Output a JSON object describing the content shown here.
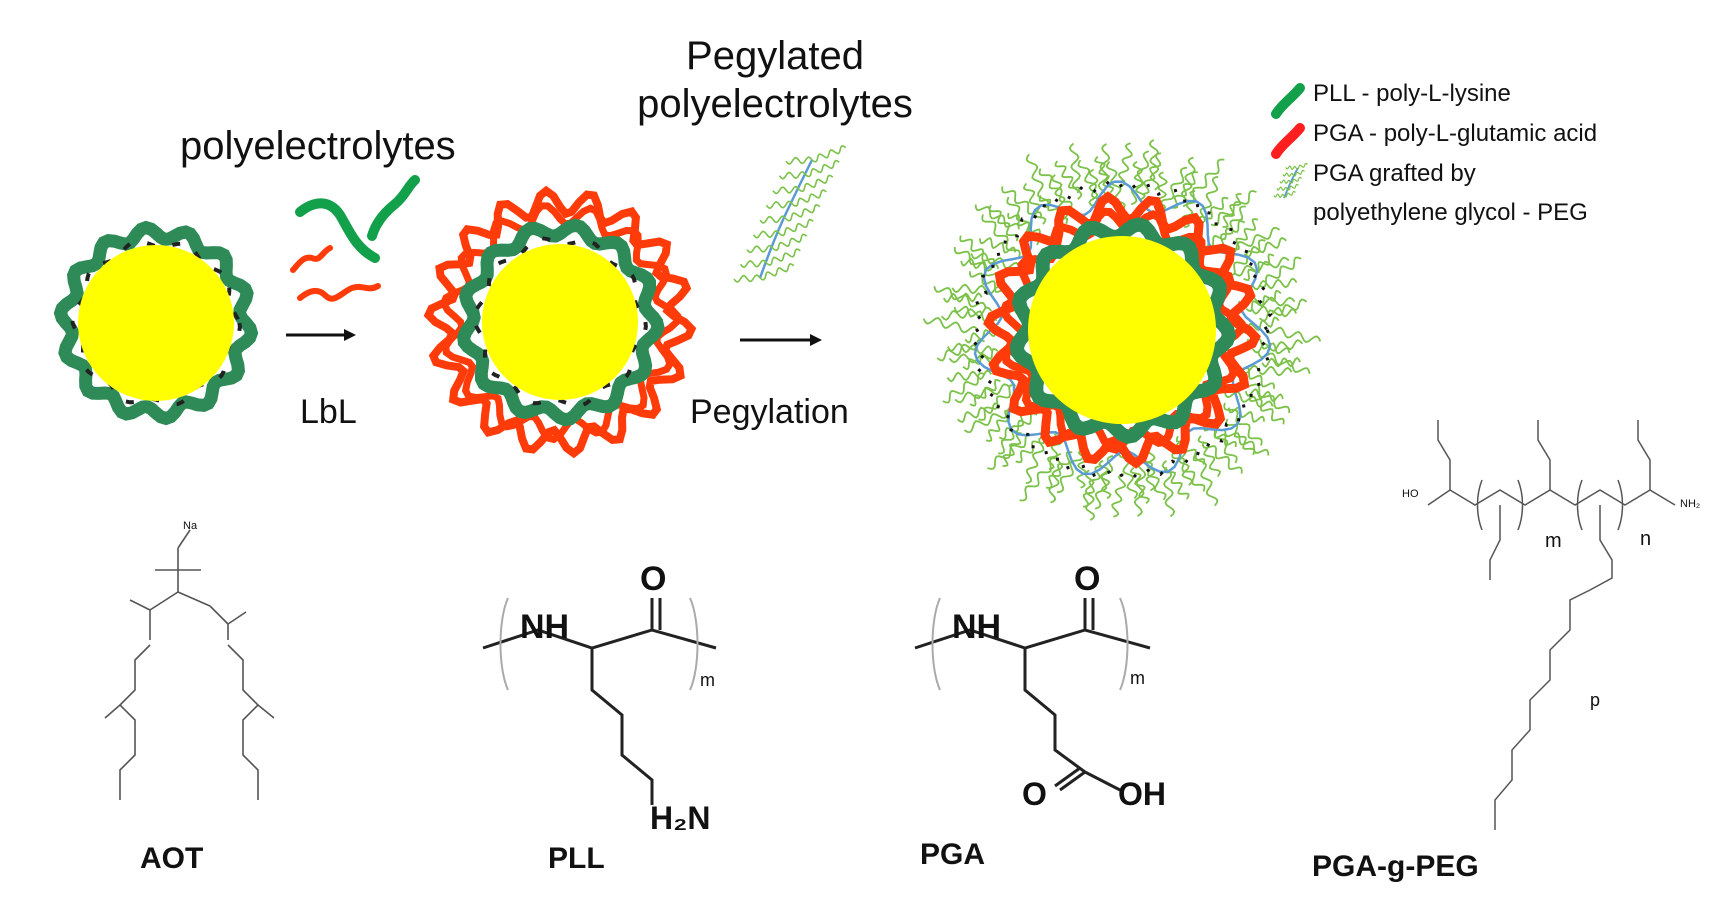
{
  "labels": {
    "polyelectrolytes": "polyelectrolytes",
    "pegylated_line1": "Pegylated",
    "pegylated_line2": "polyelectrolytes",
    "lbl": "LbL",
    "pegylation": "Pegylation"
  },
  "legend": {
    "pll": "PLL - poly-L-lysine",
    "pga": "PGA - poly-L-glutamic acid",
    "peg_line1": "PGA grafted by",
    "peg_line2": "polyethylene glycol  - PEG"
  },
  "captions": {
    "aot": "AOT",
    "pll": "PLL",
    "pga": "PGA",
    "pga_g_peg": "PGA-g-PEG"
  },
  "chem": {
    "na": "Na",
    "nh": "NH",
    "o": "O",
    "oh": "OH",
    "h2n": "H₂N",
    "m": "m",
    "n": "n",
    "p": "p",
    "ho": "HO",
    "nh2": "NH₂"
  },
  "colors": {
    "core": "#ffff00",
    "pll_green": "#2e8b57",
    "pga_red": "#ff3b0a",
    "peg_green": "#7cc24a",
    "peg_blue": "#5b9bd5",
    "arrow": "#111111",
    "chem_line": "#444444"
  }
}
